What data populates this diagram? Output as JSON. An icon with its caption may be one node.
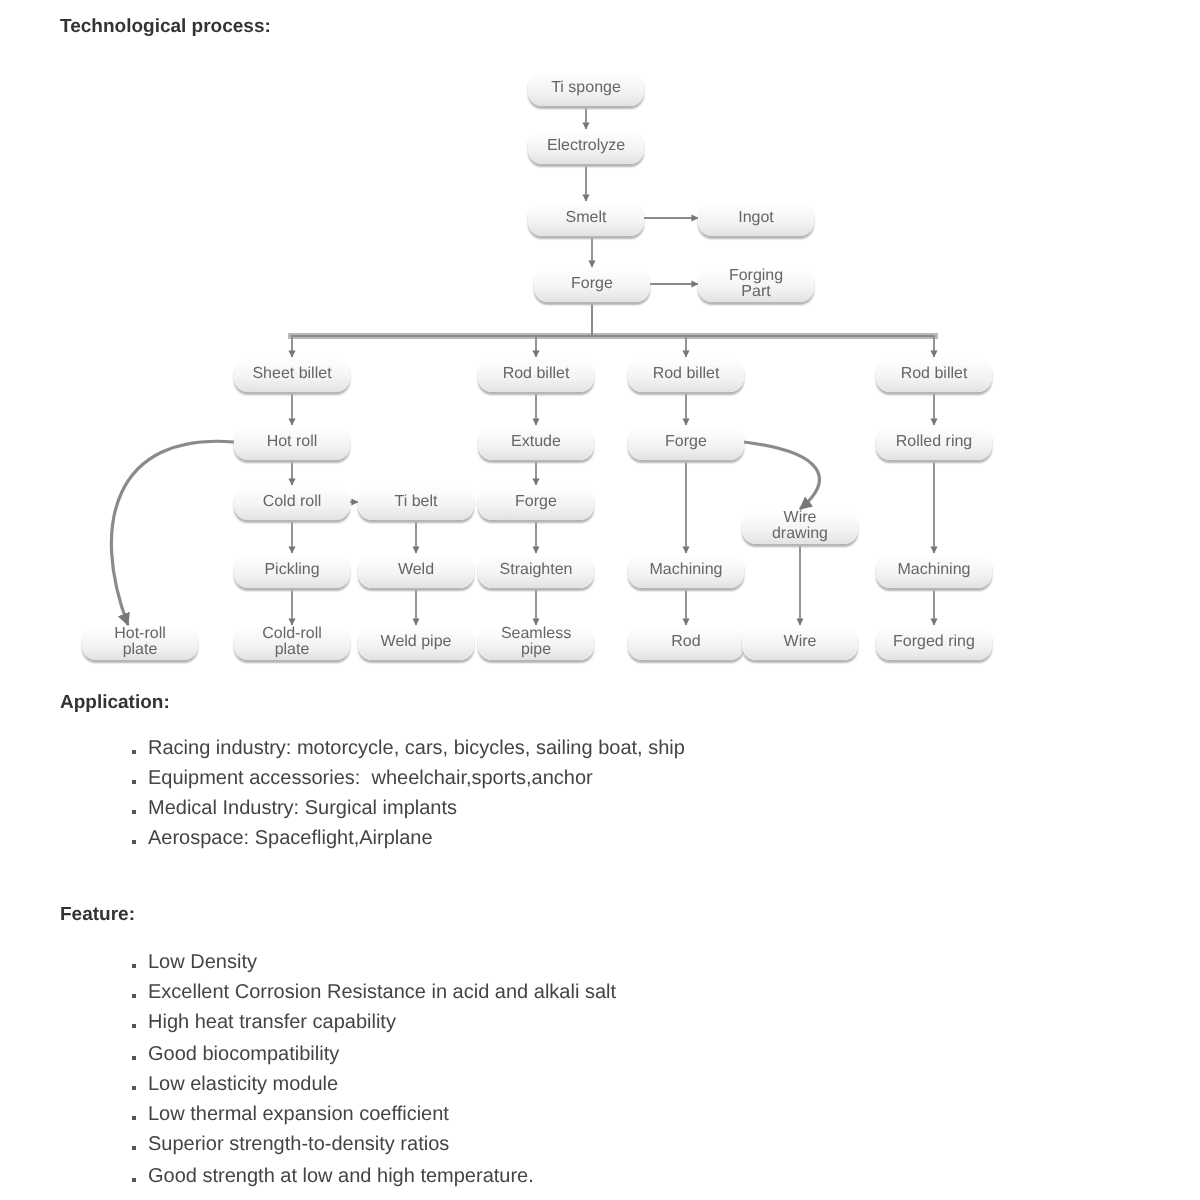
{
  "diagram": {
    "title": "Technological process:",
    "nodes": [
      {
        "text": [
          "Ti sponge"
        ]
      },
      {
        "text": [
          "Electrolyze"
        ]
      },
      {
        "text": [
          "Smelt"
        ]
      },
      {
        "text": [
          "Ingot"
        ]
      },
      {
        "text": [
          "Forge"
        ]
      },
      {
        "text": [
          "Forging Part"
        ]
      },
      {
        "text": [
          "Sheet billet"
        ]
      },
      {
        "text": [
          "Rod billet"
        ]
      },
      {
        "text": [
          "Rod billet"
        ]
      },
      {
        "text": [
          "Rod billet"
        ]
      },
      {
        "text": [
          "Hot roll"
        ]
      },
      {
        "text": [
          "Extude"
        ]
      },
      {
        "text": [
          "Forge"
        ]
      },
      {
        "text": [
          "Rolled ring"
        ]
      },
      {
        "text": [
          "Cold roll"
        ]
      },
      {
        "text": [
          "Ti belt"
        ]
      },
      {
        "text": [
          "Forge"
        ]
      },
      {
        "text": [
          "Wire drawing"
        ]
      },
      {
        "text": [
          "Pickling"
        ]
      },
      {
        "text": [
          "Weld"
        ]
      },
      {
        "text": [
          "Straighten"
        ]
      },
      {
        "text": [
          "Machining"
        ]
      },
      {
        "text": [
          "Machining"
        ]
      },
      {
        "text": [
          "Hot-roll plate"
        ]
      },
      {
        "text": [
          "Cold-roll plate"
        ]
      },
      {
        "text": [
          "Weld pipe"
        ]
      },
      {
        "text": [
          "Seamless pipe"
        ]
      },
      {
        "text": [
          "Rod"
        ]
      },
      {
        "text": [
          "Wire"
        ]
      },
      {
        "text": [
          "Forged ring"
        ]
      }
    ],
    "edges": [
      {
        "from": 0,
        "to": 1,
        "arrow": "to"
      },
      {
        "from": 1,
        "to": 2,
        "arrow": "to"
      },
      {
        "from": 2,
        "to": 3,
        "arrow": "to"
      },
      {
        "from": 2,
        "to": 4,
        "arrow": "to"
      },
      {
        "from": 4,
        "to": 5,
        "arrow": "to"
      },
      {
        "from": 4,
        "to": 6,
        "arrow": "to"
      },
      {
        "from": 4,
        "to": 7,
        "arrow": "to"
      },
      {
        "from": 4,
        "to": 8,
        "arrow": "to"
      },
      {
        "from": 4,
        "to": 9,
        "arrow": "to"
      },
      {
        "from": 6,
        "to": 10,
        "arrow": "to"
      },
      {
        "from": 7,
        "to": 11,
        "arrow": "to"
      },
      {
        "from": 8,
        "to": 12,
        "arrow": "to"
      },
      {
        "from": 9,
        "to": 13,
        "arrow": "to"
      },
      {
        "from": 10,
        "to": 14,
        "arrow": "to"
      },
      {
        "from": 10,
        "to": 23,
        "arrow": "to"
      },
      {
        "from": 14,
        "to": 15,
        "arrow": "to"
      },
      {
        "from": 11,
        "to": 16,
        "arrow": "to"
      },
      {
        "from": 12,
        "to": 17,
        "arrow": "to"
      },
      {
        "from": 14,
        "to": 18,
        "arrow": "to"
      },
      {
        "from": 15,
        "to": 19,
        "arrow": "to"
      },
      {
        "from": 16,
        "to": 20,
        "arrow": "to"
      },
      {
        "from": 12,
        "to": 21,
        "arrow": "to"
      },
      {
        "from": 13,
        "to": 22,
        "arrow": "to"
      },
      {
        "from": 18,
        "to": 24,
        "arrow": "to"
      },
      {
        "from": 19,
        "to": 25,
        "arrow": "to"
      },
      {
        "from": 20,
        "to": 26,
        "arrow": "to"
      },
      {
        "from": 21,
        "to": 27,
        "arrow": "to"
      },
      {
        "from": 17,
        "to": 28,
        "arrow": "to"
      },
      {
        "from": 22,
        "to": 29,
        "arrow": "to"
      }
    ],
    "labels": [
      "Application:",
      "Racing industry: motorcycle, cars, bicycles, sailing boat, ship",
      "Equipment accessories:  wheelchair,sports,anchor",
      "Medical Industry: Surgical implants",
      "Aerospace: Spaceflight,Airplane",
      "Feature:",
      "Low Density",
      "Excellent Corrosion Resistance in acid and alkali salt",
      "High heat transfer capability",
      "Good biocompatibility",
      "Low elasticity module",
      "Low thermal expansion coefficient",
      "Superior strength-to-density ratios",
      "Good strength at low and high temperature."
    ]
  }
}
